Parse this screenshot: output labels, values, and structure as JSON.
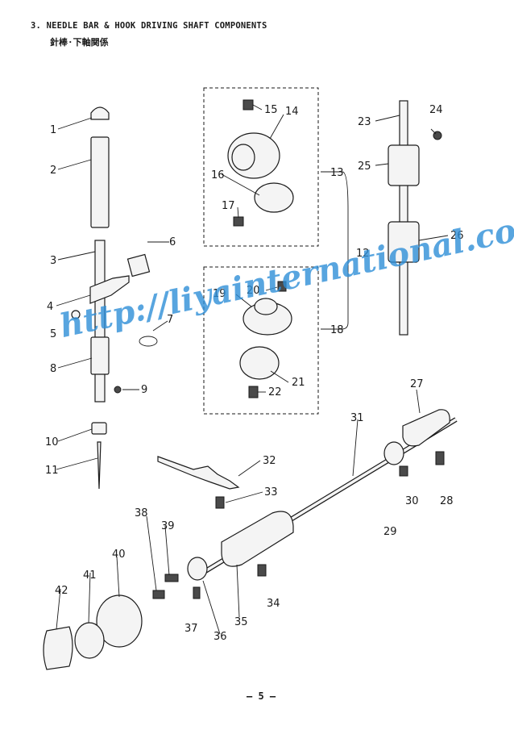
{
  "header": {
    "title": "3. NEEDLE BAR & HOOK DRIVING SHAFT COMPONENTS",
    "subtitle": "針棒·下軸関係"
  },
  "callouts": [
    "1",
    "2",
    "3",
    "4",
    "5",
    "6",
    "7",
    "8",
    "9",
    "10",
    "11",
    "12",
    "13",
    "14",
    "15",
    "16",
    "17",
    "18",
    "19",
    "20",
    "21",
    "22",
    "23",
    "24",
    "25",
    "26",
    "27",
    "28",
    "29",
    "30",
    "31",
    "32",
    "33",
    "34",
    "35",
    "36",
    "37",
    "38",
    "39",
    "40",
    "41",
    "42"
  ],
  "watermark": "http://liyainternational.com/",
  "footer": {
    "page_number": "— 5 —"
  }
}
